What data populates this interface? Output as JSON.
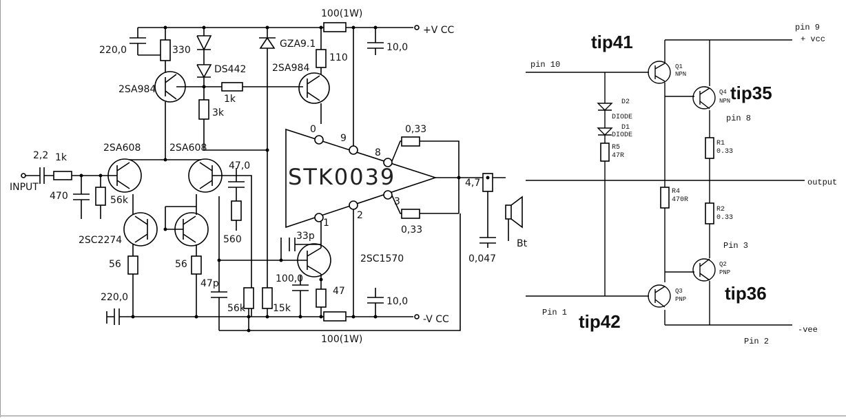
{
  "left_schematic": {
    "labels": {
      "res_100_top": "100(1W)",
      "vcc_pos": "+V CC",
      "cap_220_top": "220,0",
      "res_330": "330",
      "ds442": "DS442",
      "gza": "GZA9.1",
      "res_110": "110",
      "cap_10_top": "10,0",
      "q_2sa984_left": "2SA984",
      "q_2sa984_right": "2SA984",
      "res_1k_mid": "1k",
      "res_3k": "3k",
      "pin0": "0",
      "pin9": "9",
      "res_033_top": "0,33",
      "pin8": "8",
      "q_2sa608_left": "2SA608",
      "q_2sa608_right": "2SA608",
      "cap_47": "47,0",
      "ic_name": "STK0039",
      "cap_22": "2,2",
      "res_1k_in": "1k",
      "input": "INPUT",
      "res_470": "470",
      "res_56k_left": "56k",
      "pin3": "3",
      "cap_4_7": "4,7",
      "speaker": "Bt",
      "pin1": "1",
      "pin2": "2",
      "res_033_bot": "0,33",
      "q_2sc2274": "2SC2274",
      "res_560": "560",
      "cap_33p": "33p",
      "q_2sc1570": "2SC1570",
      "cap_0047": "0,047",
      "res_56_left": "56",
      "res_56_right": "56",
      "cap_47p": "47p",
      "cap_100": "100,0",
      "res_47": "47",
      "cap_220_bot": "220,0",
      "res_56k_bot": "56k",
      "res_15k": "15k",
      "cap_10_bot": "10,0",
      "vcc_neg": "-V CC",
      "res_100_bot": "100(1W)"
    }
  },
  "right_schematic": {
    "labels": {
      "pin9": "pin 9",
      "vcc": "+ vcc",
      "tip41": "tip41",
      "pin10": "pin 10",
      "q1": "Q1",
      "q1_type": "NPN",
      "tip35": "tip35",
      "q4": "Q4",
      "q4_type": "NPN",
      "d2": "D2",
      "diode2": "DIODE",
      "d1": "D1",
      "diode1": "DIODE",
      "pin8": "pin 8",
      "r5": "R5",
      "r5_val": "47R",
      "r1": "R1",
      "r1_val": "0.33",
      "output": "output",
      "r4": "R4",
      "r4_val": "470R",
      "r2": "R2",
      "r2_val": "0.33",
      "pin3": "Pin 3",
      "q2": "Q2",
      "q2_type": "PNP",
      "tip36": "tip36",
      "q3": "Q3",
      "q3_type": "PNP",
      "pin1": "Pin 1",
      "tip42": "tip42",
      "vee": "-vee",
      "pin2": "Pin 2"
    }
  }
}
